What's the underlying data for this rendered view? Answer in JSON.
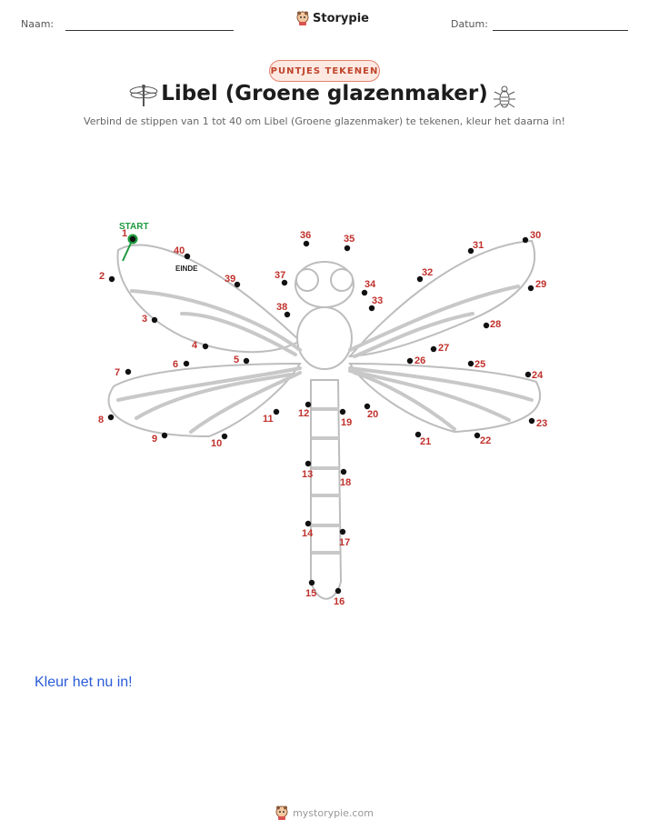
{
  "header": {
    "name_label": "Naam:",
    "date_label": "Datum:",
    "brand": "Storypie"
  },
  "badge": "PUNTJES TEKENEN",
  "title": "Libel (Groene glazenmaker)",
  "subtitle": "Verbind de stippen van 1 tot 40 om Libel (Groene glazenmaker) te tekenen, kleur het daarna in!",
  "markers": {
    "start": "START",
    "end": "EINDE"
  },
  "call_to_action": "Kleur het nu in!",
  "footer": "mystorypie.com",
  "dots": [
    "1",
    "2",
    "3",
    "4",
    "5",
    "6",
    "7",
    "8",
    "9",
    "10",
    "11",
    "12",
    "13",
    "14",
    "15",
    "16",
    "17",
    "18",
    "19",
    "20",
    "21",
    "22",
    "23",
    "24",
    "25",
    "26",
    "27",
    "28",
    "29",
    "30",
    "31",
    "32",
    "33",
    "34",
    "35",
    "36",
    "37",
    "38",
    "39",
    "40"
  ],
  "colors": {
    "accent": "#c0302b",
    "start": "#1f9a3e",
    "link": "#2a5bd7",
    "outline": "#bdbdbd"
  },
  "icons": {
    "left": "dragonfly-icon",
    "right": "insect-icon",
    "brand": "storypie-mascot-icon"
  }
}
